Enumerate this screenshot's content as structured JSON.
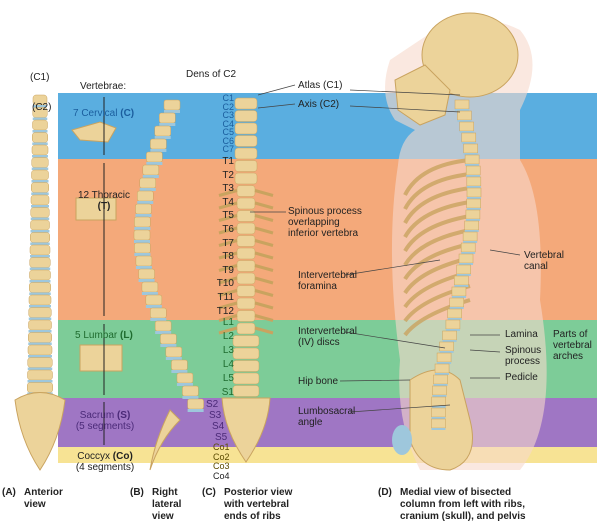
{
  "colors": {
    "cervical": "#5aaee0",
    "thoracic": "#f4a97a",
    "lumbar": "#7dcc98",
    "sacrum": "#9f76c4",
    "coccyx": "#f7e394",
    "bone": "#ecd39a",
    "bone_dark": "#c9a35f",
    "disc": "#9ec7dc",
    "cervical_text": "#1b5e9e",
    "lumbar_text": "#1e6b2e",
    "sacrum_text": "#4b2a78",
    "coccyx_text": "#5a4a00"
  },
  "top_labels": {
    "c1": "(C1)",
    "c2": "(C2)",
    "vertebrae": "Vertebrae:",
    "dens": "Dens of C2"
  },
  "regions": {
    "cervical": {
      "label": "7 Cervical ",
      "abbr": "(C)"
    },
    "thoracic": {
      "label": "12 Thoracic",
      "abbr": "(T)"
    },
    "lumbar": {
      "label": "5 Lumbar ",
      "abbr": "(L)"
    },
    "sacrum": {
      "label": "Sacrum ",
      "abbr": "(S)",
      "sub": "(5 segments)"
    },
    "coccyx": {
      "label": "Coccyx ",
      "abbr": "(Co)",
      "sub": "(4 segments)"
    }
  },
  "vertebra_labels": {
    "cervical": [
      "C1",
      "C2",
      "C3",
      "C4",
      "C5",
      "C6",
      "C7"
    ],
    "thoracic": [
      "T1",
      "T2",
      "T3",
      "T4",
      "T5",
      "T6",
      "T7",
      "T8",
      "T9",
      "T10",
      "T11",
      "T12"
    ],
    "lumbar": [
      "L1",
      "L2",
      "L3",
      "L4",
      "L5",
      "S1"
    ],
    "sacral": [
      "S2",
      "S3",
      "S4",
      "S5"
    ],
    "coccygeal": [
      "Co1",
      "Co2",
      "Co3",
      "Co4"
    ]
  },
  "annotations": {
    "atlas": "Atlas (C1)",
    "axis": "Axis (C2)",
    "spinous_overlap": [
      "Spinous process",
      "overlapping",
      "inferior vertebra"
    ],
    "foramina": [
      "Intervertebral",
      "foramina"
    ],
    "canal": [
      "Vertebral",
      "canal"
    ],
    "discs": [
      "Intervertebral",
      "(IV) discs"
    ],
    "lamina": "Lamina",
    "spinous": [
      "Spinous",
      "process"
    ],
    "pedicle": "Pedicle",
    "arches": [
      "Parts of",
      "vertebral",
      "arches"
    ],
    "hip": "Hip bone",
    "lumbosacral": [
      "Lumbosacral",
      "angle"
    ]
  },
  "captions": [
    {
      "letter": "(A)",
      "lines": [
        "Anterior",
        "view"
      ]
    },
    {
      "letter": "(B)",
      "lines": [
        "Right",
        "lateral",
        "view"
      ]
    },
    {
      "letter": "(C)",
      "lines": [
        "Posterior view",
        "with vertebral",
        "ends of ribs"
      ]
    },
    {
      "letter": "(D)",
      "lines": [
        "Medial view of bisected",
        "column from left with ribs,",
        "cranium (skull), and pelvis"
      ]
    }
  ]
}
